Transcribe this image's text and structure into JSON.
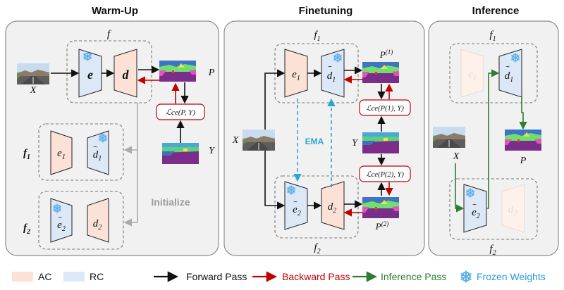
{
  "titles": {
    "warmup": "Warm-Up",
    "finetuning": "Finetuning",
    "inference": "Inference"
  },
  "labels": {
    "f": "f",
    "f1": "f",
    "f1_sub": "1",
    "f2": "f",
    "f2_sub": "2",
    "e": "e",
    "d": "d",
    "e1": "e",
    "e1_sub": "1",
    "d1": "d",
    "d1_sub": "1",
    "e2": "e",
    "e2_sub": "2",
    "d2": "d",
    "d2_sub": "2",
    "X": "X",
    "Y": "Y",
    "P": "P",
    "P1": "P",
    "P1_sup": "(1)",
    "P2": "P",
    "P2_sup": "(2)",
    "loss_warmup": "ℒce(P, Y)",
    "loss_p1": "ℒce(P(1), Y)",
    "loss_p2": "ℒce(P(2), Y)",
    "ema": "EMA",
    "initialize": "Initialize"
  },
  "legend": {
    "ac": "AC",
    "rc": "RC",
    "forward": "Forward Pass",
    "backward": "Backward Pass",
    "inference": "Inference Pass",
    "frozen": "Frozen Weights"
  },
  "colors": {
    "ac_fill": "#fbe1d6",
    "rc_fill": "#dce8f6",
    "forward": "#111111",
    "backward": "#c00000",
    "inference": "#2e7d32",
    "frozen": "#5aaee8",
    "ema": "#2aa6d6",
    "loss_border": "#c00000"
  },
  "icons": {
    "frozen": "snowflake-icon"
  }
}
